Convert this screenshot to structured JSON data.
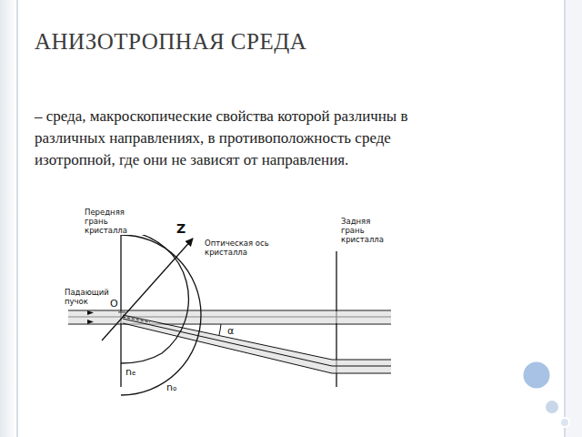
{
  "diagram": {
    "title": "АНИЗОТРОПНАЯ СРЕДА",
    "labels": [
      "– среда, макроскопические свойства которой различны в различных направлениях, в противоположность среде изотропной, где они не зависят от направления.",
      "Передняя грань кристалла",
      "Задняя грань кристалла",
      "Z",
      "Оптическая ось кристалла",
      "Падающий пучок",
      "O",
      "α",
      "nₑ",
      "nₒ"
    ]
  }
}
